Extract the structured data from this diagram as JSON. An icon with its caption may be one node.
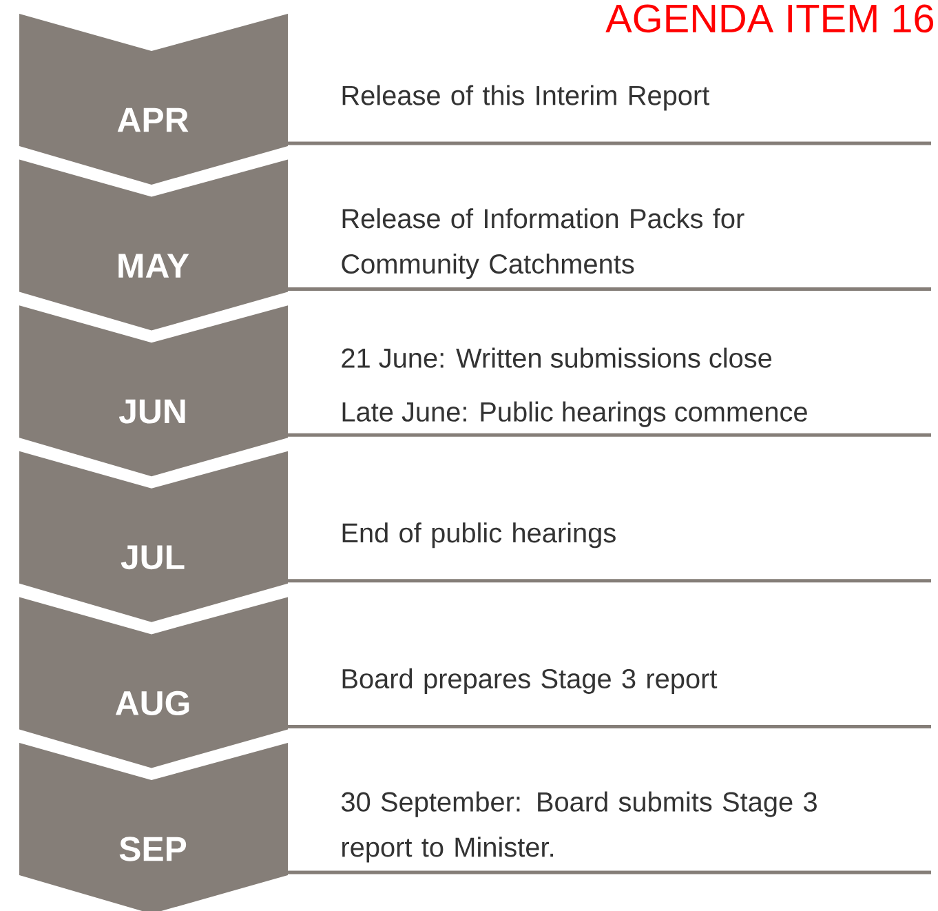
{
  "diagram": {
    "title": "AGENDA ITEM 16",
    "nodes": [
      {
        "text": [
          "APR"
        ],
        "beside": [
          "Release of this Interim Report"
        ]
      },
      {
        "text": [
          "MAY"
        ],
        "beside": [
          "Release of Information Packs for Community Catchments"
        ]
      },
      {
        "text": [
          "JUN"
        ],
        "beside": [
          "21 June: Written submissions close",
          "Late June: Public hearings commence"
        ]
      },
      {
        "text": [
          "JUL"
        ],
        "beside": [
          "End of public hearings"
        ]
      },
      {
        "text": [
          "AUG"
        ],
        "beside": [
          "Board prepares Stage 3 report"
        ]
      },
      {
        "text": [
          "SEP"
        ],
        "beside": [
          "30 September: Board submits Stage 3 report to Minister."
        ]
      }
    ]
  }
}
